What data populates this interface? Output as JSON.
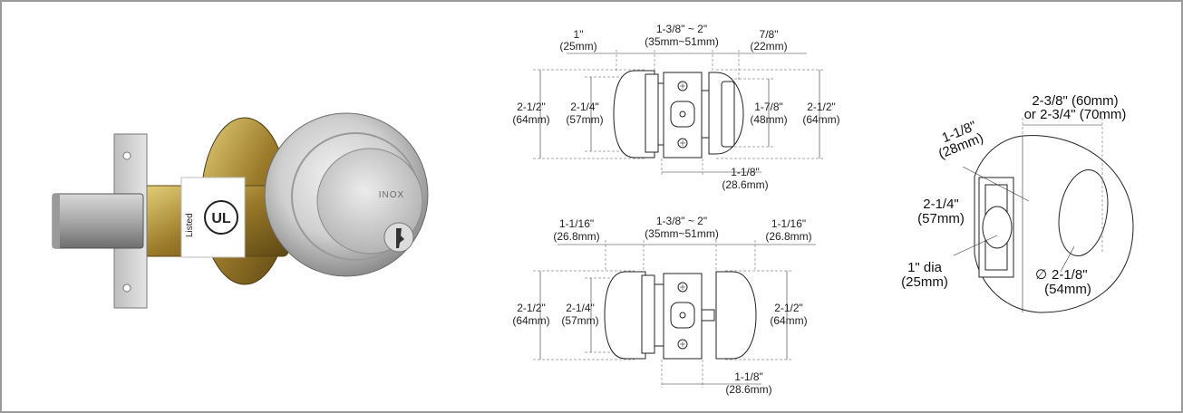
{
  "product": {
    "brand_mark": "INOX",
    "listing_text": "Listed",
    "listing_mark": "UL",
    "colors": {
      "frame": "#9a9a9a",
      "satin_steel": "#c9c9c9",
      "brass": "#b8963a",
      "line": "#222222"
    }
  },
  "single_cylinder": {
    "backset_range": "1-3/8\" ~ 2\"",
    "backset_range_mm": "(35mm~51mm)",
    "left_projection": "1\"",
    "left_projection_mm": "(25mm)",
    "right_projection": "7/8\"",
    "right_projection_mm": "(22mm)",
    "outer_dia": "2-1/2\"",
    "outer_dia_mm": "(64mm)",
    "inner_dia": "2-1/4\"",
    "inner_dia_mm": "(57mm)",
    "thumbturn_dia": "1-7/8\"",
    "thumbturn_dia_mm": "(48mm)",
    "right_outer_dia": "2-1/2\"",
    "right_outer_dia_mm": "(64mm)",
    "throw": "1-1/8\"",
    "throw_mm": "(28.6mm)"
  },
  "double_cylinder": {
    "backset_range": "1-3/8\" ~ 2\"",
    "backset_range_mm": "(35mm~51mm)",
    "left_projection": "1-1/16\"",
    "left_projection_mm": "(26.8mm)",
    "right_projection": "1-1/16\"",
    "right_projection_mm": "(26.8mm)",
    "outer_dia": "2-1/2\"",
    "outer_dia_mm": "(64mm)",
    "inner_dia": "2-1/4\"",
    "inner_dia_mm": "(57mm)",
    "right_outer_dia": "2-1/2\"",
    "right_outer_dia_mm": "(64mm)",
    "throw": "1-1/8\"",
    "throw_mm": "(28.6mm)"
  },
  "door_prep": {
    "edge_bore_depth": "1-1/8\"",
    "edge_bore_depth_mm": "(28mm)",
    "backset": "2-3/8\" (60mm)",
    "backset_alt": "or 2-3/4\" (70mm)",
    "faceplate_height": "2-1/4\"",
    "faceplate_height_mm": "(57mm)",
    "edge_bore_dia": "1\" dia",
    "edge_bore_dia_mm": "(25mm)",
    "cross_bore_dia": "2-1/8\"",
    "cross_bore_dia_mm": "(54mm)"
  }
}
